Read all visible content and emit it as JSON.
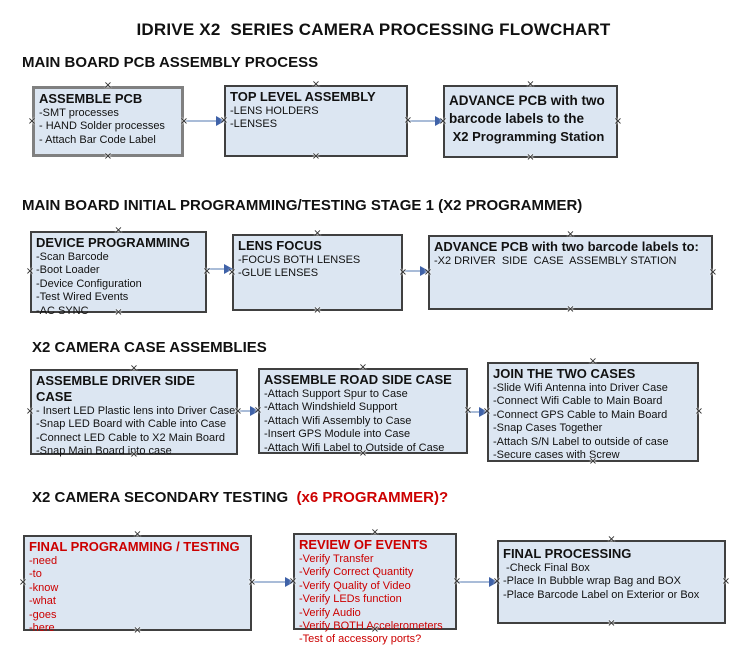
{
  "page_title": "IDRIVE X2  SERIES CAMERA PROCESSING FLOWCHART",
  "colors": {
    "box_fill": "#dce6f2",
    "box_border": "#404040",
    "arrow_line": "#a9bcd8",
    "arrow_head": "#3f62a8",
    "red_text": "#cc0000"
  },
  "sections": [
    {
      "header": "MAIN BOARD PCB ASSEMBLY PROCESS",
      "boxes": [
        {
          "title": "ASSEMBLE PCB",
          "items": [
            "-SMT processes",
            "- HAND Solder processes",
            "- Attach Bar Code Label"
          ]
        },
        {
          "title": "TOP LEVEL ASSEMBLY",
          "items": [
            "-LENS HOLDERS",
            "-LENSES"
          ]
        },
        {
          "title": "ADVANCE PCB with two barcode labels to the",
          "items": [
            " X2 Programming Station"
          ]
        }
      ]
    },
    {
      "header": "MAIN BOARD INITIAL PROGRAMMING/TESTING STAGE 1 (X2 PROGRAMMER)",
      "boxes": [
        {
          "title": "DEVICE PROGRAMMING",
          "items": [
            "-Scan Barcode",
            "-Boot Loader",
            "-Device Configuration",
            "-Test Wired Events",
            "-AC SYNC"
          ]
        },
        {
          "title": "LENS FOCUS",
          "items": [
            "-FOCUS BOTH LENSES",
            "-GLUE LENSES"
          ]
        },
        {
          "title": "ADVANCE PCB with two barcode labels to:",
          "items": [
            "-X2 DRIVER  SIDE  CASE  ASSEMBLY STATION"
          ]
        }
      ]
    },
    {
      "header": "X2 CAMERA CASE ASSEMBLIES",
      "boxes": [
        {
          "title": "ASSEMBLE DRIVER SIDE CASE",
          "items": [
            "- Insert LED Plastic lens into Driver Case",
            "-Snap LED Board with Cable into Case",
            "-Connect LED Cable to X2 Main Board",
            "-Snap Main Board into case"
          ]
        },
        {
          "title": "ASSEMBLE ROAD SIDE CASE",
          "items": [
            "-Attach Support Spur to Case",
            "-Attach Windshield Support",
            "-Attach Wifi Assembly to Case",
            "-Insert GPS Module into Case",
            "-Attach Wifi Label to Outside of Case"
          ]
        },
        {
          "title": "JOIN THE TWO CASES",
          "items": [
            "-Slide Wifi Antenna into Driver Case",
            "-Connect Wifi Cable to Main Board",
            "-Connect GPS Cable to Main Board",
            "-Snap Cases Together",
            "-Attach S/N Label to outside of case",
            "-Secure cases with Screw"
          ]
        }
      ]
    },
    {
      "header": "X2 CAMERA SECONDARY TESTING  ",
      "header_red": "(x6 PROGRAMMER)?",
      "boxes": [
        {
          "title": "FINAL PROGRAMMING / TESTING",
          "items": [
            "-need",
            "-to",
            "-know",
            "-what",
            "-goes",
            "-here"
          ]
        },
        {
          "title": "REVIEW OF EVENTS",
          "items": [
            "-Verify Transfer",
            "-Verify Correct Quantity",
            "-Verify Quality of Video",
            "-Verify LEDs function",
            "-Verify Audio",
            "-Verify BOTH Accelerometers",
            "-Test of accessory ports?"
          ]
        },
        {
          "title": "FINAL PROCESSING",
          "items": [
            " -Check Final Box",
            "-Place In Bubble wrap Bag and BOX",
            "-Place Barcode Label on Exterior or Box"
          ]
        }
      ]
    }
  ]
}
